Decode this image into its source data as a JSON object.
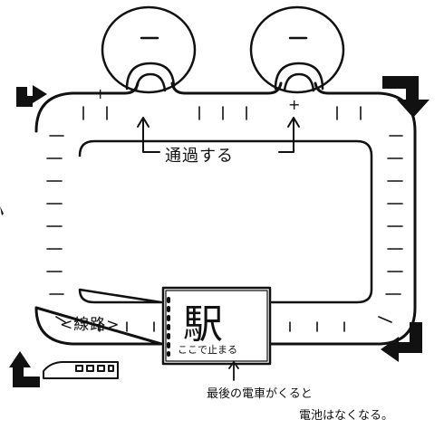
{
  "labels": {
    "pass_through": "通過する",
    "track": "<線路>",
    "station": "駅",
    "stop_here": "ここで止まる",
    "note_line1": "最後の電車がくると",
    "note_line2": "電池はなくなる。",
    "plus_left": "+",
    "plus_right": "+"
  },
  "icons": [
    "arrow-top-left-icon",
    "arrow-top-right-icon",
    "arrow-bottom-right-icon",
    "arrow-bottom-left-icon",
    "train-icon",
    "magnet-icon"
  ],
  "colors": {
    "ink": "#111111",
    "background": "#ffffff"
  }
}
